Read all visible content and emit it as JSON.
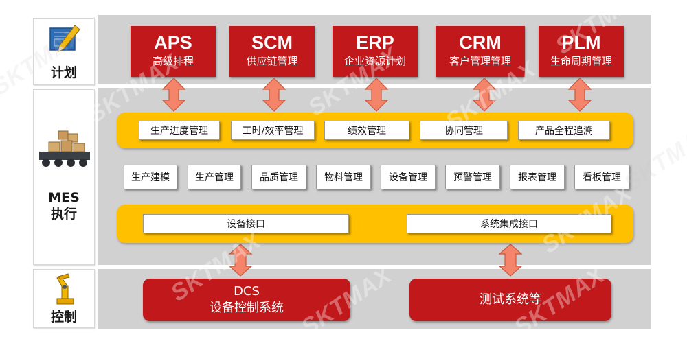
{
  "layers": {
    "plan_label": "计划",
    "mes_label_line1": "MES",
    "mes_label_line2": "执行",
    "control_label": "控制"
  },
  "plan_systems": [
    {
      "title": "APS",
      "subtitle": "高级排程"
    },
    {
      "title": "SCM",
      "subtitle": "供应链管理"
    },
    {
      "title": "ERP",
      "subtitle": "企业资源计划"
    },
    {
      "title": "CRM",
      "subtitle": "客户管理管理"
    },
    {
      "title": "PLM",
      "subtitle": "生命周期管理"
    }
  ],
  "mes_band_top": [
    "生产进度管理",
    "工时/效率管理",
    "绩效管理",
    "协同管理",
    "产品全程追溯"
  ],
  "mes_modules": [
    "生产建模",
    "生产管理",
    "品质管理",
    "物料管理",
    "设备管理",
    "预警管理",
    "报表管理",
    "看板管理"
  ],
  "interfaces": [
    "设备接口",
    "系统集成接口"
  ],
  "control_systems": [
    {
      "line1": "DCS",
      "line2": "设备控制系统"
    },
    {
      "line1": "测试系统等",
      "line2": ""
    }
  ],
  "watermark": "SKTMAX",
  "colors": {
    "red": "#c0181b",
    "yellow_band": "#ffc000",
    "arrow_fill": "#f4856a",
    "arrow_stroke": "#c8593e",
    "layer_gray": "#d1d1d1"
  }
}
